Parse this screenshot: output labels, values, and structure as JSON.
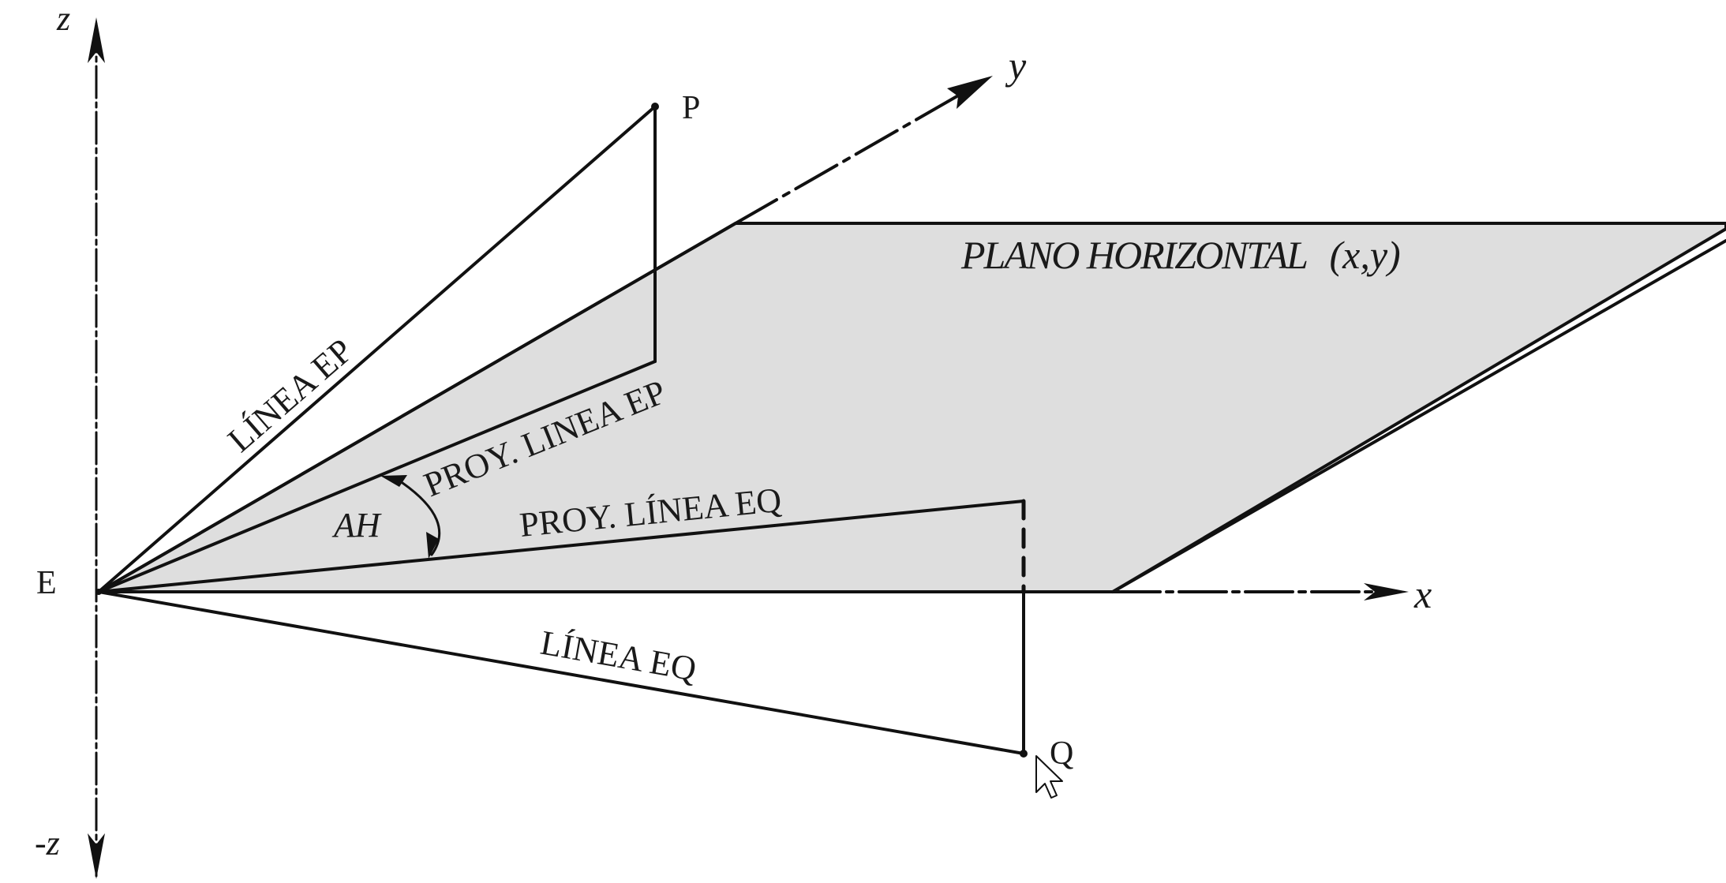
{
  "colors": {
    "line": "#111111",
    "plane_fill": "#dedede",
    "background": "#ffffff"
  },
  "axes": {
    "z": "z",
    "neg_z": "-z",
    "y": "y",
    "x": "x"
  },
  "points": {
    "E": "E",
    "P": "P",
    "Q": "Q"
  },
  "plane": {
    "label_text": "PLANO HORIZONTAL",
    "label_coords": "(x,y)"
  },
  "lines": {
    "ep": "LÍNEA EP",
    "eq": "LÍNEA EQ",
    "proj_ep": "PROY. LINEA EP",
    "proj_eq": "PROY. LÍNEA EQ"
  },
  "angle": {
    "label": "AH"
  },
  "icons": {
    "cursor": "mouse-pointer-icon"
  }
}
